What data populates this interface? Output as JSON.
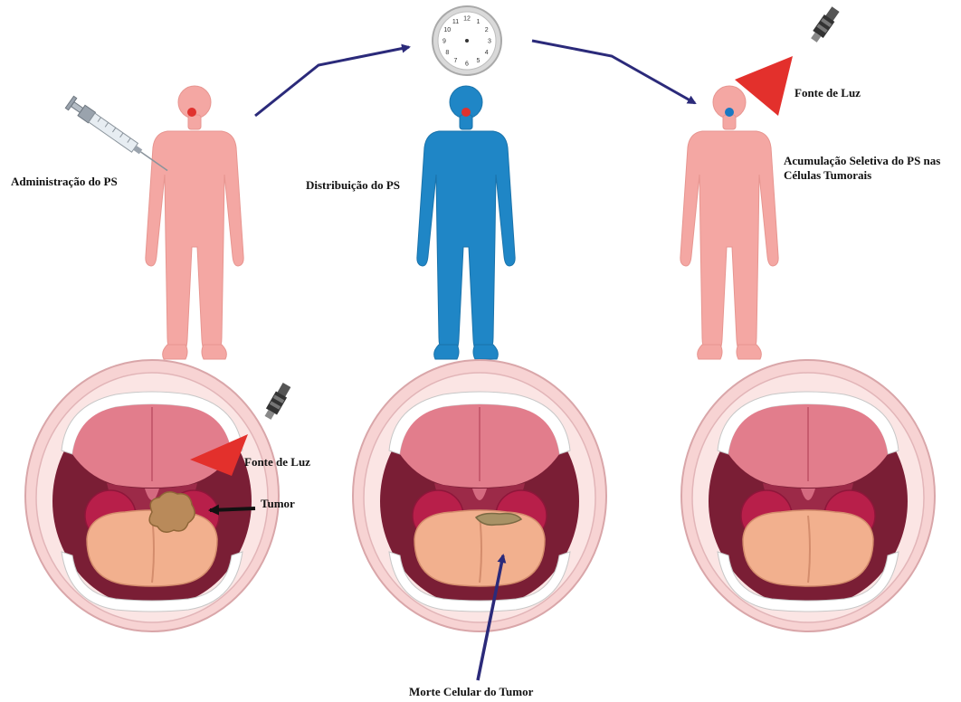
{
  "labels": {
    "administration": "Administração do PS",
    "distribution": "Distribuição do PS",
    "accumulation_line1": "Acumulação Seletiva do PS nas",
    "accumulation_line2": "Células Tumorais",
    "light_source_top": "Fonte de Luz",
    "light_source_mouth": "Fonte de Luz",
    "tumor": "Tumor",
    "cell_death": "Morte Celular do Tumor"
  },
  "clock": {
    "numbers": [
      "12",
      "1",
      "2",
      "3",
      "4",
      "5",
      "6",
      "7",
      "8",
      "9",
      "10",
      "11"
    ]
  },
  "colors": {
    "skin": "#f4a7a3",
    "skin_stroke": "#e79590",
    "blue_body": "#1f86c6",
    "red_dot": "#e0322f",
    "blue_dot": "#1a78c2",
    "arrow_navy": "#2b2a7a",
    "light_cone": "#e3302c",
    "tongue": "#f2b08e",
    "palate": "#e07a8a",
    "tonsil": "#b81f4a",
    "tumor": "#b98a5a"
  }
}
